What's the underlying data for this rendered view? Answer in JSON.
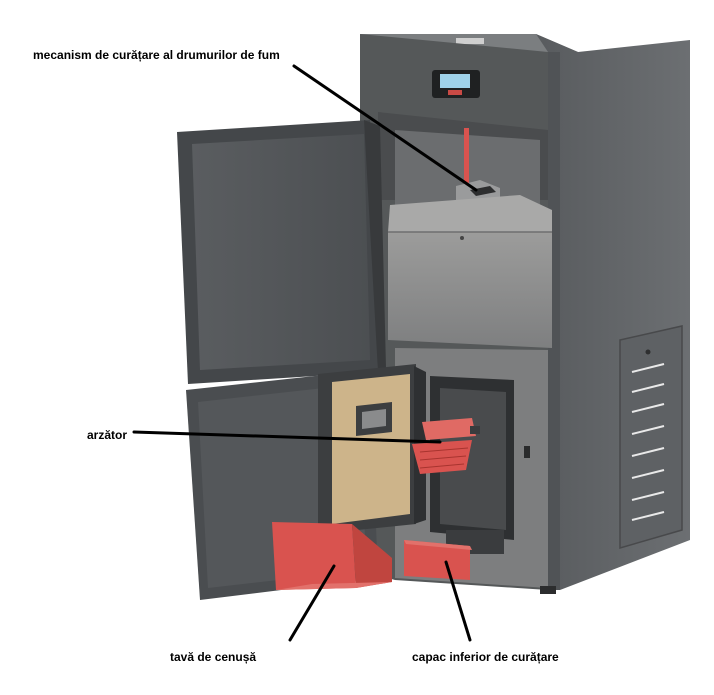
{
  "labels": {
    "cleaning_mechanism": "mecanism de curățare al drumurilor de fum",
    "burner": "arzător",
    "ash_tray": "tavă de cenușă",
    "lower_cleaning_cover": "capac inferior de curățare"
  },
  "colors": {
    "body_dark": "#4a4d50",
    "body_mid": "#5b5e61",
    "body_side": "#66696c",
    "interior": "#8e8f8f",
    "door_inner": "#6e6a66",
    "insulation": "#cdb48a",
    "red_part": "#d9534f",
    "leader": "#000000"
  }
}
